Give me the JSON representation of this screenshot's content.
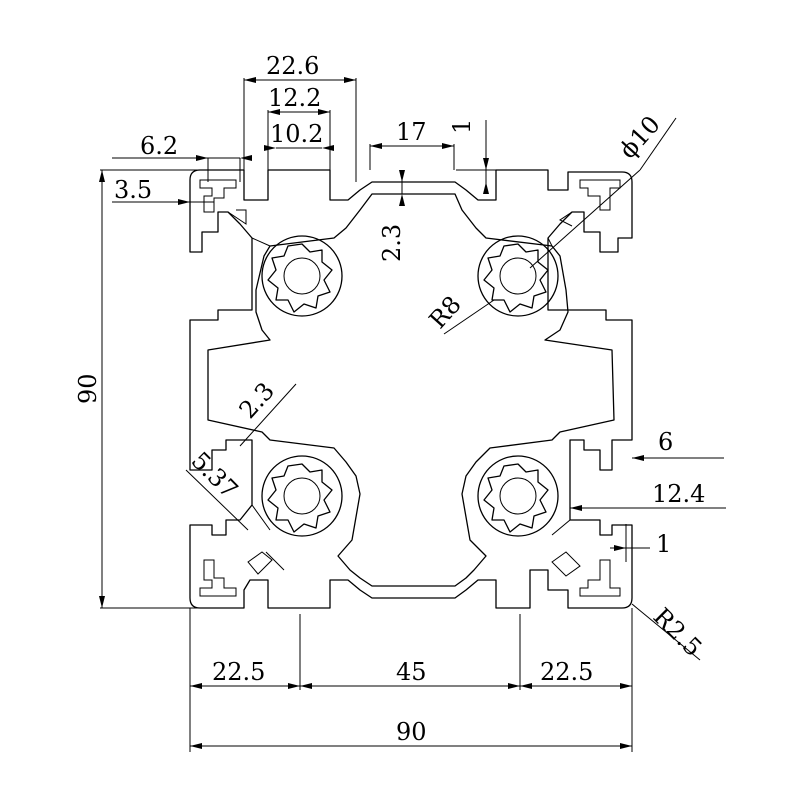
{
  "drawing": {
    "subject": "",
    "dimensions": {
      "top_slot_outer": "22.6",
      "top_slot_mid": "12.2",
      "top_slot_inner": "10.2",
      "top_web": "17",
      "top_lip": "1",
      "left_flange": "6.2",
      "left_lip": "3.5",
      "wall_vertical": "2.3",
      "core_hole": "ϕ10",
      "core_radius": "R8",
      "wall_diagonal": "2.3",
      "chamfer": "5.37",
      "right_tab": "6",
      "right_slot": "12.4",
      "right_lip": "1",
      "corner_radius": "R2.5",
      "height_total": "90",
      "width_left": "22.5",
      "width_middle": "45",
      "width_right": "22.5",
      "width_total": "90"
    }
  }
}
